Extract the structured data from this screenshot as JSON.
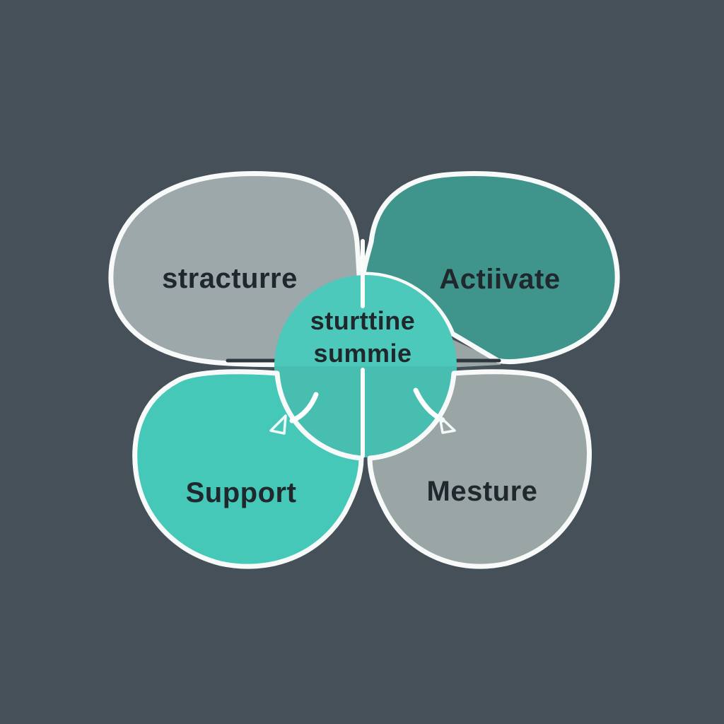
{
  "diagram": {
    "type": "clover-cycle-diagram",
    "center": {
      "line1": "sturttine",
      "line2": "summie",
      "fill": "#4CC9BA"
    },
    "petals": [
      {
        "position": "top-left",
        "label": "stracturre",
        "fill": "#9DA8AA"
      },
      {
        "position": "top-right",
        "label": "Actiivate",
        "fill": "#3F948C"
      },
      {
        "position": "bottom-left",
        "label": "Support",
        "fill": "#45C8B7"
      },
      {
        "position": "bottom-right",
        "label": "Mesture",
        "fill": "#9AA5A6"
      }
    ]
  },
  "colors": {
    "background": "#465058",
    "petal_outline": "#F8FAFA",
    "divider_line": "#2E373E",
    "label_text": "#20282E",
    "arrow": "#FFFFFF",
    "wedge": "#9AA5A6",
    "center_shading": "rgba(20,60,60,0.07)"
  },
  "icons": [
    {
      "name": "curved-arrow-down-left-icon"
    },
    {
      "name": "curved-arrow-down-right-icon"
    }
  ]
}
